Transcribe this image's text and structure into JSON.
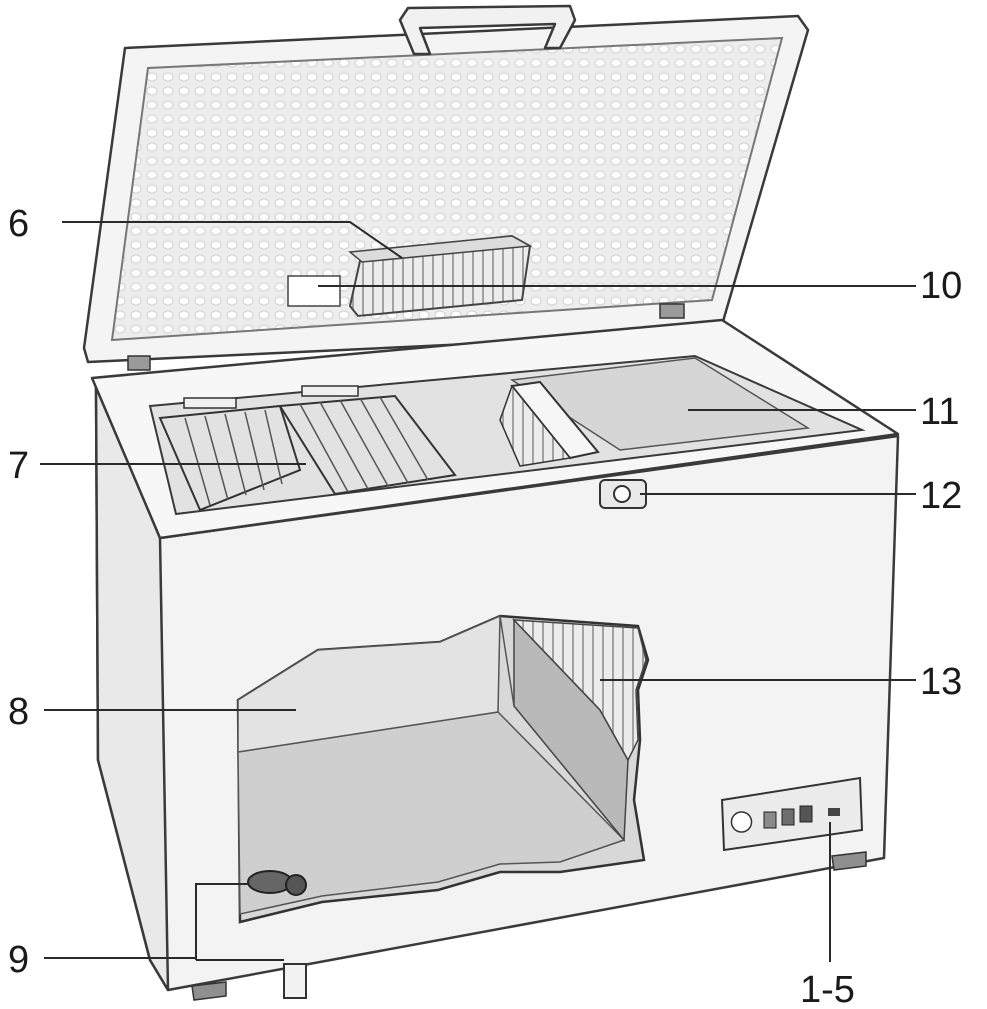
{
  "callouts": {
    "c1": "6",
    "c2": "10",
    "c3": "11",
    "c4": "7",
    "c5": "12",
    "c6": "13",
    "c7": "8",
    "c8": "9",
    "c9": "1-5"
  },
  "colors": {
    "body": "#f2f2f2",
    "interior": "#d9d9d9",
    "interior_dark": "#b9b9b9",
    "outline": "#3a3a3a"
  }
}
